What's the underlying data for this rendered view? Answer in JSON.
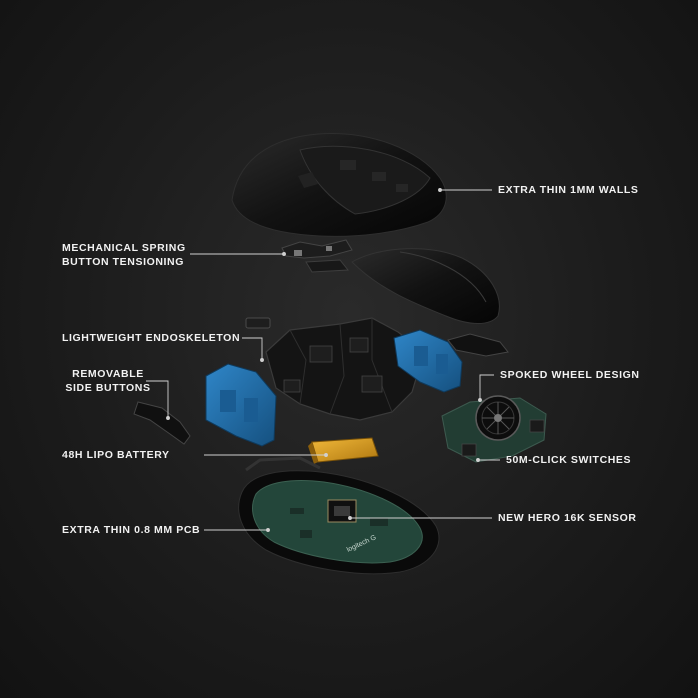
{
  "labels": {
    "walls": "EXTRA THIN 1MM WALLS",
    "spring": [
      "MECHANICAL SPRING",
      "BUTTON TENSIONING"
    ],
    "endoskeleton": "LIGHTWEIGHT ENDOSKELETON",
    "side_buttons": [
      "REMOVABLE",
      "SIDE BUTTONS"
    ],
    "wheel": "SPOKED WHEEL DESIGN",
    "battery": "48H LIPO BATTERY",
    "switches": "50M-CLICK SWITCHES",
    "sensor": "NEW HERO 16K SENSOR",
    "pcb": "EXTRA THIN 0.8 MM PCB"
  },
  "pcb_logo_text": "logitech G",
  "colors": {
    "background": "#1c1c1c",
    "shell": "#0e0e0e",
    "blue_parts": "#1f6fb0",
    "battery": "#d69a16",
    "pcb_green": "#23463a",
    "leader_line": "#d0d0d0",
    "label_text": "#f2f2f2"
  }
}
